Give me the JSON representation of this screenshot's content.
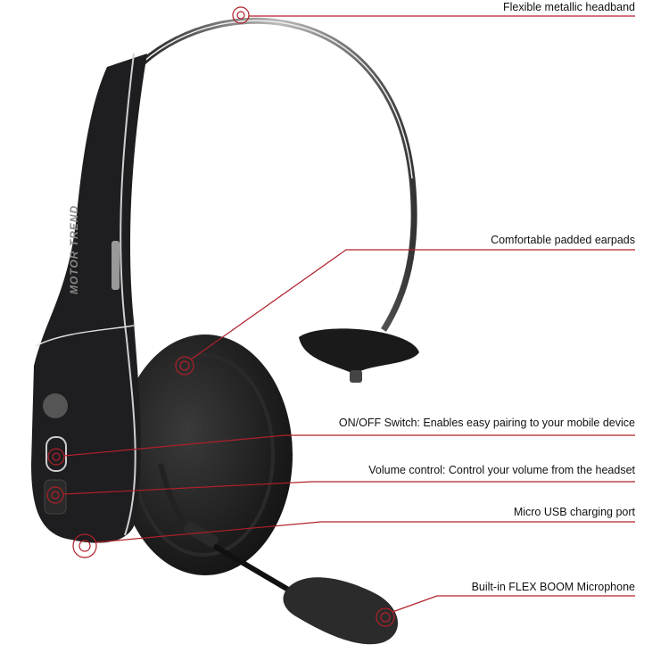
{
  "brand": "MOTOR TREND",
  "colors": {
    "callout": "#b0202a",
    "body": "#1c1c1e",
    "background": "#ffffff"
  },
  "callouts": [
    {
      "label": "Flexible metallic headband"
    },
    {
      "label": "Comfortable padded earpads"
    },
    {
      "label": "ON/OFF Switch: Enables easy pairing to your mobile device"
    },
    {
      "label": "Volume control: Control your volume from the headset"
    },
    {
      "label": "Micro USB charging port"
    },
    {
      "label": "Built-in FLEX BOOM Microphone"
    }
  ]
}
